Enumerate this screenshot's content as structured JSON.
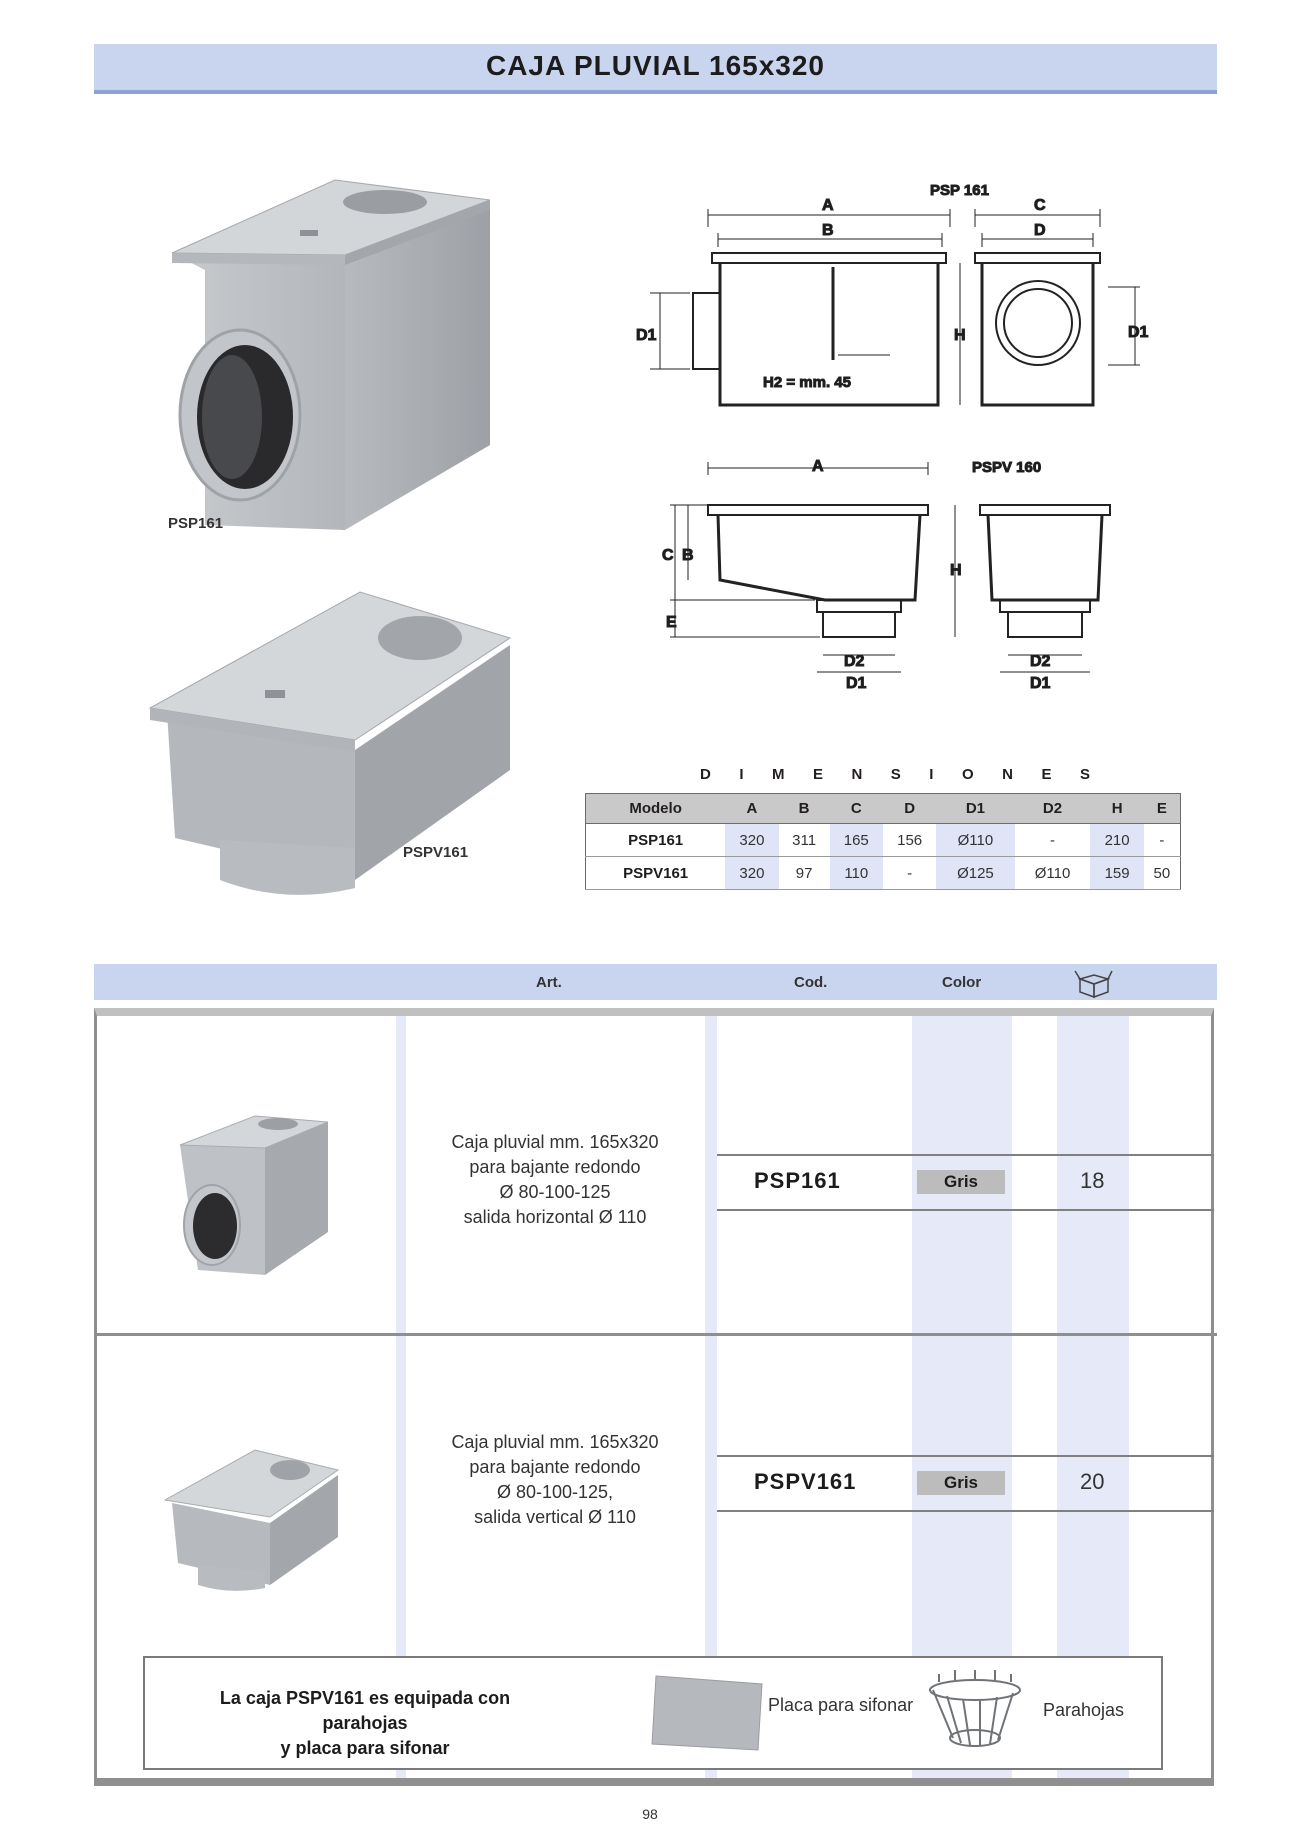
{
  "title": "CAJA PLUVIAL 165x320",
  "photos": {
    "top_label": "PSP161",
    "bottom_label": "PSPV161"
  },
  "drawings": {
    "psp_title": "PSP 161",
    "pspv_title": "PSPV 160",
    "h2_note": "H2 = mm. 45",
    "letters": {
      "A": "A",
      "B": "B",
      "C": "C",
      "D": "D",
      "D1": "D1",
      "D2": "D2",
      "E": "E",
      "H": "H"
    }
  },
  "dimensions": {
    "heading_letters": [
      "D",
      "I",
      "M",
      "E",
      "N",
      "S",
      "I",
      "O",
      "N",
      "E",
      "S"
    ],
    "columns": [
      "Modelo",
      "A",
      "B",
      "C",
      "D",
      "D1",
      "D2",
      "H",
      "E"
    ],
    "rows": [
      [
        "PSP161",
        "320",
        "311",
        "165",
        "156",
        "Ø110",
        "-",
        "210",
        "-"
      ],
      [
        "PSPV161",
        "320",
        "97",
        "110",
        "-",
        "Ø125",
        "Ø110",
        "159",
        "50"
      ]
    ]
  },
  "catalog": {
    "headers": {
      "art": "Art.",
      "cod": "Cod.",
      "color": "Color"
    },
    "box_icon": "box-icon",
    "items": [
      {
        "desc": [
          "Caja pluvial mm. 165x320",
          "para bajante redondo",
          "Ø 80-100-125",
          "salida horizontal Ø 110"
        ],
        "code": "PSP161",
        "color": "Gris",
        "qty": "18"
      },
      {
        "desc": [
          "Caja pluvial mm. 165x320",
          "para bajante redondo",
          "Ø 80-100-125,",
          "salida vertical Ø 110"
        ],
        "code": "PSPV161",
        "color": "Gris",
        "qty": "20"
      }
    ]
  },
  "note": {
    "line1": "La caja PSPV161 es equipada con parahojas",
    "line2": "y placa para sifonar",
    "accessory1": "Placa para sifonar",
    "accessory2": "Parahojas"
  },
  "page_number": "98",
  "colors": {
    "banner": "#c9d5ef",
    "stripe": "#e6eaf8",
    "product_grey": "#b9bcc0"
  }
}
